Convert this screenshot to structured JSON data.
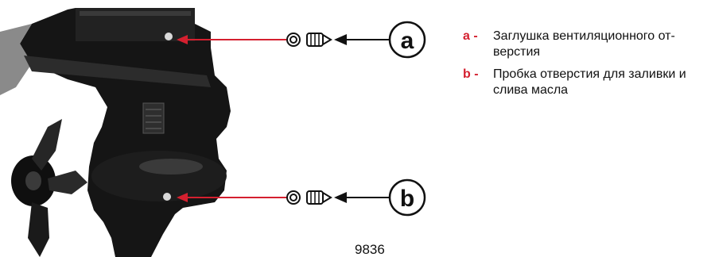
{
  "figure": {
    "callout_a": "a",
    "callout_b": "b",
    "figure_number": "9836"
  },
  "legend": {
    "items": [
      {
        "key": "a -",
        "text": "Заглушка вентиляционного от-верстия"
      },
      {
        "key": "b -",
        "text": "Пробка отверстия для заливки и слива масла"
      }
    ]
  },
  "colors": {
    "accent": "#d4202f",
    "outline": "#111111"
  }
}
